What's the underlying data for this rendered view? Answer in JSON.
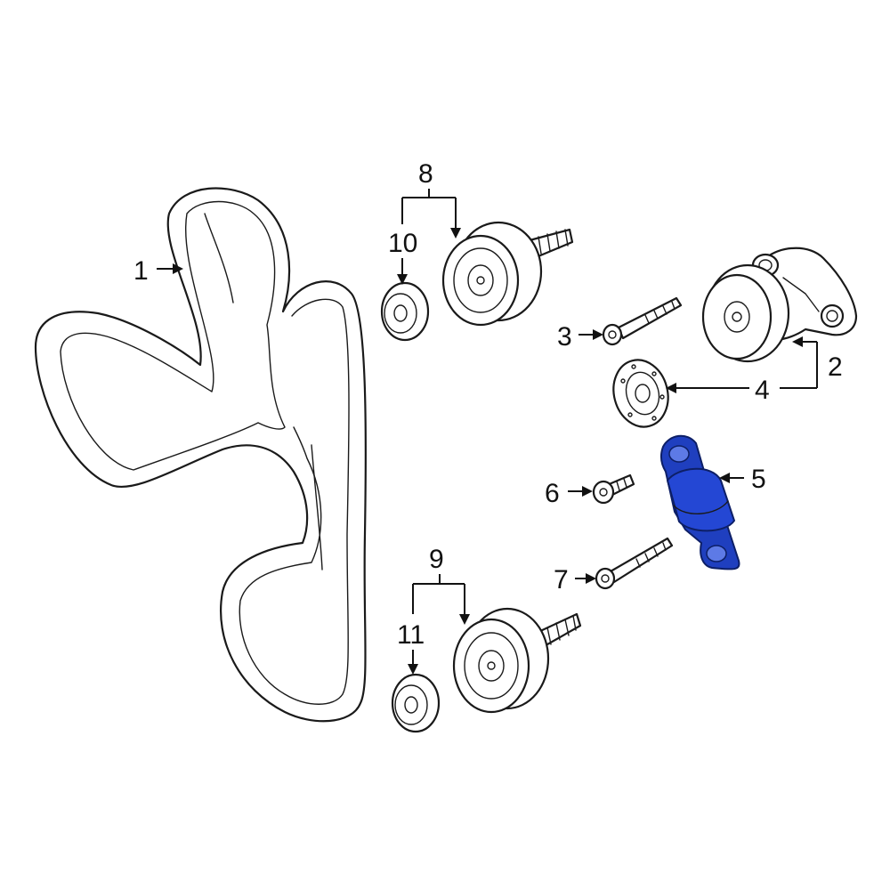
{
  "diagram": {
    "highlight_color": "#1f3fbf",
    "line_color": "#1a1a1a",
    "callouts": [
      {
        "id": "1",
        "label": "1"
      },
      {
        "id": "2",
        "label": "2"
      },
      {
        "id": "3",
        "label": "3"
      },
      {
        "id": "4",
        "label": "4"
      },
      {
        "id": "5",
        "label": "5"
      },
      {
        "id": "6",
        "label": "6"
      },
      {
        "id": "7",
        "label": "7"
      },
      {
        "id": "8",
        "label": "8"
      },
      {
        "id": "9",
        "label": "9"
      },
      {
        "id": "10",
        "label": "10"
      },
      {
        "id": "11",
        "label": "11"
      }
    ],
    "highlighted_part": "5"
  }
}
